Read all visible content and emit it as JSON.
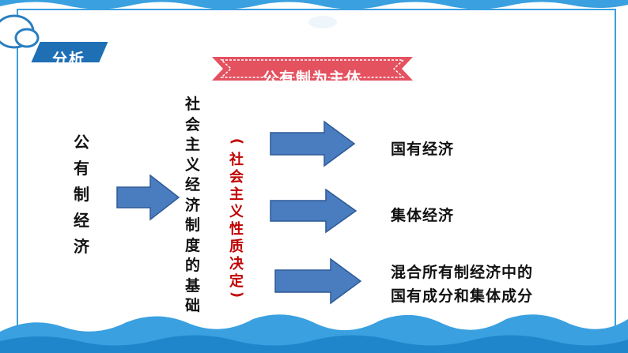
{
  "section_tag": "分析",
  "banner": "公有制为主体",
  "left_chars": [
    "公",
    "有",
    "制",
    "经",
    "济"
  ],
  "middle_chars": [
    "社",
    "会",
    "主",
    "义",
    "经",
    "济",
    "制",
    "度",
    "的",
    "基",
    "础"
  ],
  "red_note": {
    "open": "(",
    "chars": [
      "社",
      "会",
      "主",
      "义",
      "性",
      "质",
      "决",
      "定"
    ],
    "close": ")"
  },
  "outputs": [
    {
      "line1": "国有经济",
      "line2": ""
    },
    {
      "line1": "集体经济",
      "line2": ""
    },
    {
      "line1": "混合所有制经济中的",
      "line2": "国有成分和集体成分"
    }
  ],
  "colors": {
    "frame": "#3aa0e0",
    "tag_bg": "#1f6fb5",
    "banner_red": "#e4515f",
    "arrow_fill": "#4a7cc0",
    "arrow_stroke": "#2e5a95",
    "note_red": "#c00000",
    "wave": "#3aa0e0"
  }
}
